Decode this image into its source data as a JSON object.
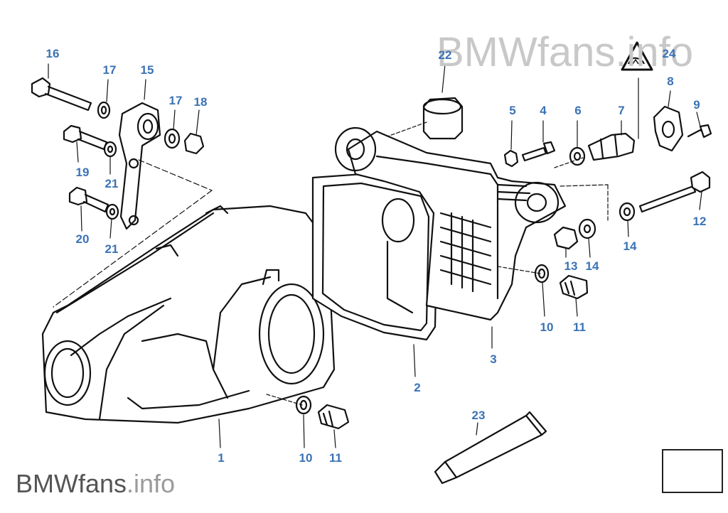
{
  "watermark_top": "BMWfans.info",
  "watermark_bottom": {
    "brand": "BMWfans",
    "suffix": ".info"
  },
  "callouts": [
    {
      "id": "c16",
      "text": "16"
    },
    {
      "id": "c17a",
      "text": "17"
    },
    {
      "id": "c15",
      "text": "15"
    },
    {
      "id": "c17b",
      "text": "17"
    },
    {
      "id": "c18",
      "text": "18"
    },
    {
      "id": "c19",
      "text": "19"
    },
    {
      "id": "c21a",
      "text": "21"
    },
    {
      "id": "c20",
      "text": "20"
    },
    {
      "id": "c21b",
      "text": "21"
    },
    {
      "id": "c22",
      "text": "22"
    },
    {
      "id": "c24",
      "text": "24"
    },
    {
      "id": "c8",
      "text": "8"
    },
    {
      "id": "c5",
      "text": "5"
    },
    {
      "id": "c4",
      "text": "4"
    },
    {
      "id": "c6",
      "text": "6"
    },
    {
      "id": "c7",
      "text": "7"
    },
    {
      "id": "c9",
      "text": "9"
    },
    {
      "id": "c12",
      "text": "12"
    },
    {
      "id": "c13",
      "text": "13"
    },
    {
      "id": "c14a",
      "text": "14"
    },
    {
      "id": "c14b",
      "text": "14"
    },
    {
      "id": "c10a",
      "text": "10"
    },
    {
      "id": "c11a",
      "text": "11"
    },
    {
      "id": "c3",
      "text": "3"
    },
    {
      "id": "c2",
      "text": "2"
    },
    {
      "id": "c1",
      "text": "1"
    },
    {
      "id": "c10b",
      "text": "10"
    },
    {
      "id": "c11b",
      "text": "11"
    },
    {
      "id": "c23",
      "text": "23"
    }
  ],
  "icons": {
    "nav": "next-page-arrow-icon",
    "warning": "warning-triangle-icon"
  }
}
